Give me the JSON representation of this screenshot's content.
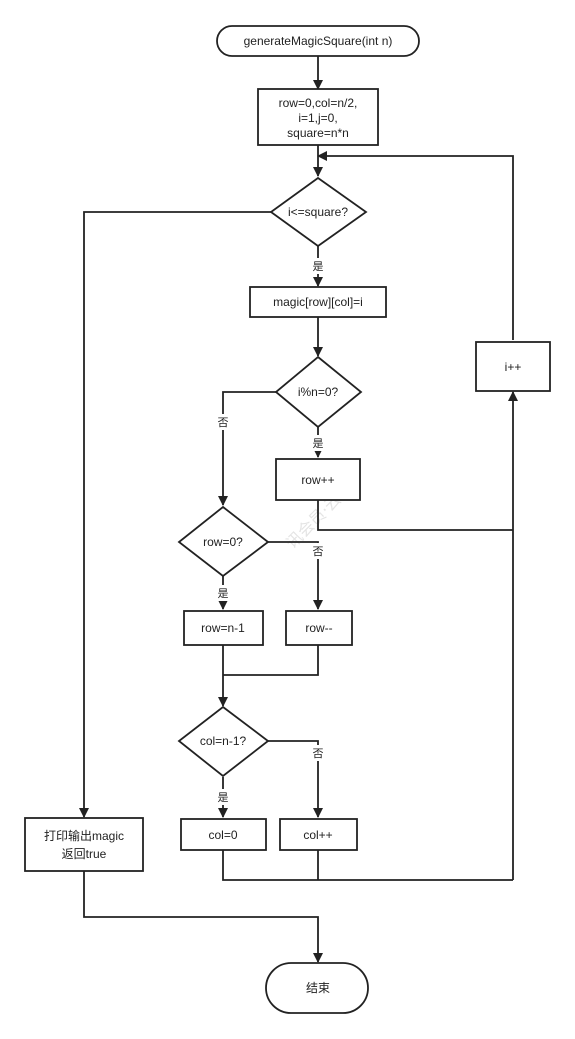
{
  "nodes": {
    "start": "generateMagicSquare(int n)",
    "init": [
      "row=0,col=n/2,",
      "i=1,j=0,",
      "square=n*n"
    ],
    "cond_loop": "i<=square?",
    "assign": "magic[row][col]=i",
    "cond_mod": "i%n=0?",
    "row_inc": "row++",
    "cond_row": "row=0?",
    "row_set": "row=n-1",
    "row_dec": "row--",
    "cond_col": "col=n-1?",
    "col_set": "col=0",
    "col_inc": "col++",
    "i_inc": "i++",
    "output": [
      "打印输出magic",
      "返回true"
    ],
    "end": "结束"
  },
  "edge_labels": {
    "loop_yes": "是",
    "mod_no": "否",
    "mod_yes": "是",
    "row_yes": "是",
    "row_no": "否",
    "col_yes": "是",
    "col_no": "否"
  },
  "watermark": "讯会员·云"
}
